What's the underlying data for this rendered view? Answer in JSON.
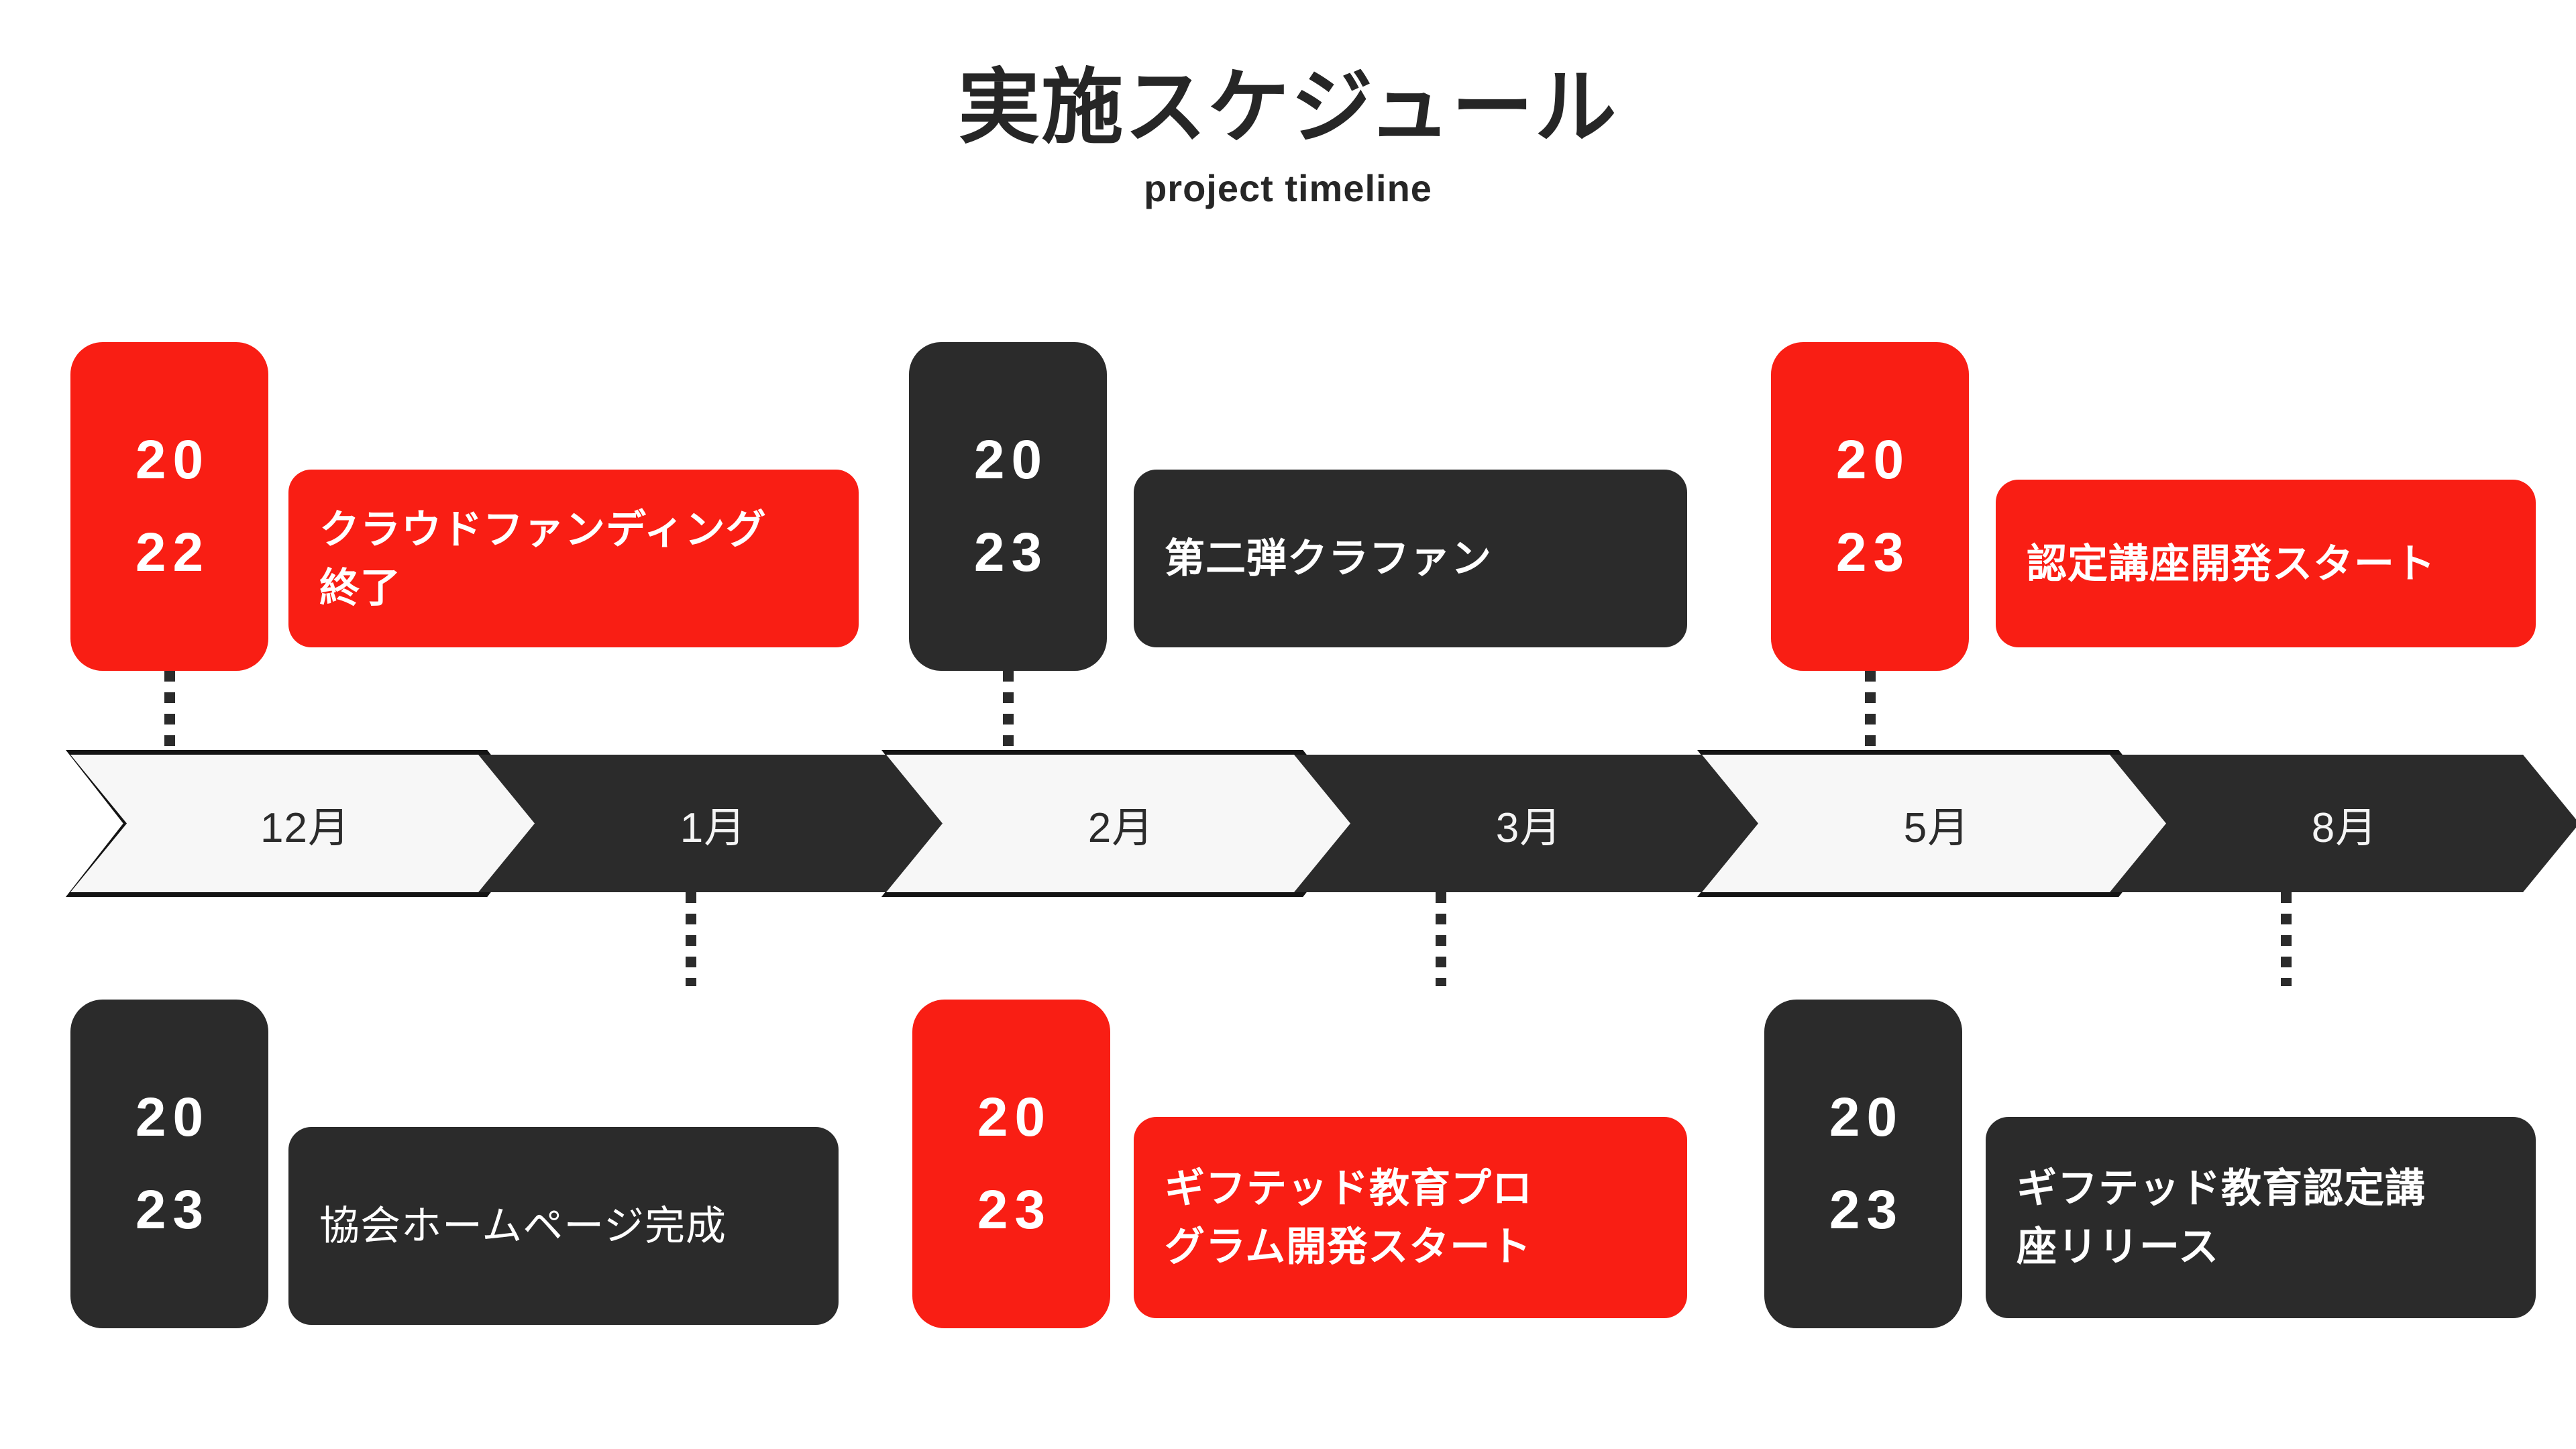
{
  "header": {
    "title": "実施スケジュール",
    "subtitle": "project timeline"
  },
  "colors": {
    "accent_red": "#F91E14",
    "dark": "#2B2B2B",
    "light_chevron": "#F7F7F7",
    "background": "#FFFFFF",
    "text_on_color": "#FFFFFF"
  },
  "timeline": {
    "months": [
      {
        "label": "12月",
        "style": "light"
      },
      {
        "label": "1月",
        "style": "dark"
      },
      {
        "label": "2月",
        "style": "light"
      },
      {
        "label": "3月",
        "style": "dark"
      },
      {
        "label": "5月",
        "style": "light"
      },
      {
        "label": "8月",
        "style": "dark"
      }
    ]
  },
  "events_top": [
    {
      "month": "12月",
      "year_top": "20",
      "year_bottom": "22",
      "year_full": "2022",
      "badge_style": "red",
      "chip_style": "red",
      "label": "クラウドファンディング\n終了"
    },
    {
      "month": "2月",
      "year_top": "20",
      "year_bottom": "23",
      "year_full": "2023",
      "badge_style": "dark",
      "chip_style": "dark",
      "label": "第二弾クラファン"
    },
    {
      "month": "5月",
      "year_top": "20",
      "year_bottom": "23",
      "year_full": "2023",
      "badge_style": "red",
      "chip_style": "red",
      "label": "認定講座開発スタート"
    }
  ],
  "events_bottom": [
    {
      "month": "1月",
      "year_top": "20",
      "year_bottom": "23",
      "year_full": "2023",
      "badge_style": "dark",
      "chip_style": "dark",
      "label": "協会ホームページ完成"
    },
    {
      "month": "3月",
      "year_top": "20",
      "year_bottom": "23",
      "year_full": "2023",
      "badge_style": "red",
      "chip_style": "red",
      "label": "ギフテッド教育プロ\nグラム開発スタート"
    },
    {
      "month": "8月",
      "year_top": "20",
      "year_bottom": "23",
      "year_full": "2023",
      "badge_style": "dark",
      "chip_style": "dark",
      "label": "ギフテッド教育認定講\n座リリース"
    }
  ]
}
